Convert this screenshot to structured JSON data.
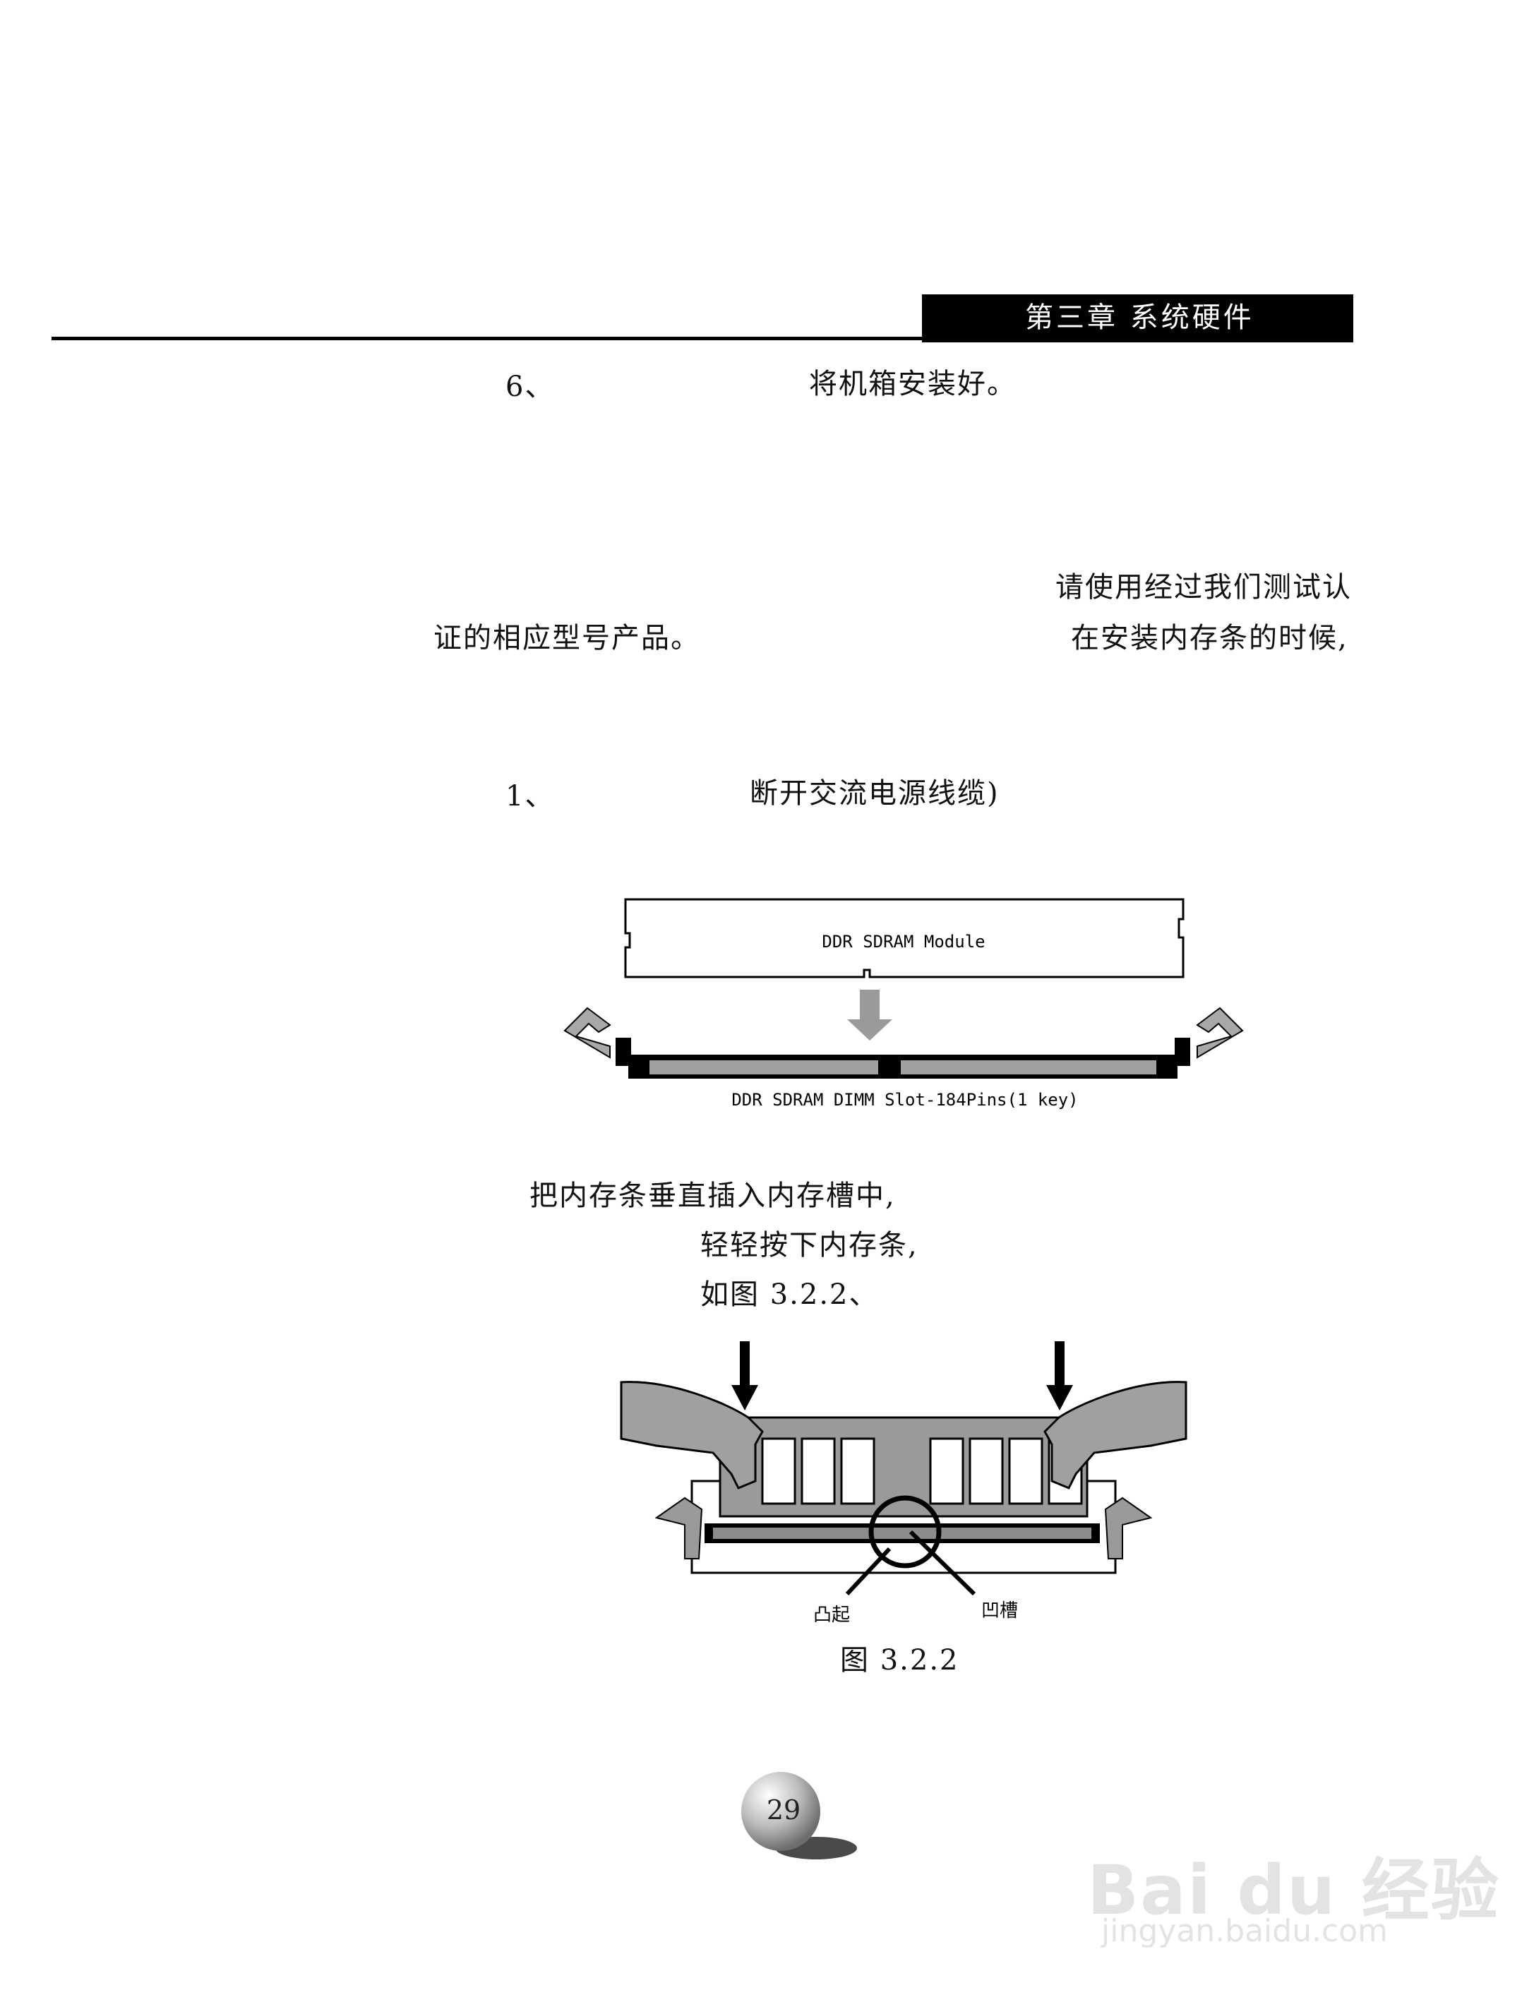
{
  "header": {
    "chapter_title": "第三章 系统硬件"
  },
  "body": {
    "step6_num": "6、",
    "step6_text": "将机箱安装好。",
    "para_right": "请使用经过我们测试认",
    "para_left": "证的相应型号产品。",
    "para_right2": "在安装内存条的时候,",
    "step1_num": "1、",
    "step1_text": "断开交流电源线缆)",
    "insert_line1": "把内存条垂直插入内存槽中,",
    "insert_line2": "轻轻按下内存条,",
    "insert_line3": "如图 3.2.2、"
  },
  "figure1": {
    "module_label": "DDR SDRAM Module",
    "slot_label": "DDR SDRAM DIMM Slot-184Pins(1 key)"
  },
  "figure2": {
    "bump_label": "凸起",
    "notch_label": "凹槽",
    "caption": "图 3.2.2"
  },
  "footer": {
    "page_number": "29"
  },
  "watermark": {
    "brand": "Bai du 经验",
    "url": "jingyan.baidu.com"
  }
}
